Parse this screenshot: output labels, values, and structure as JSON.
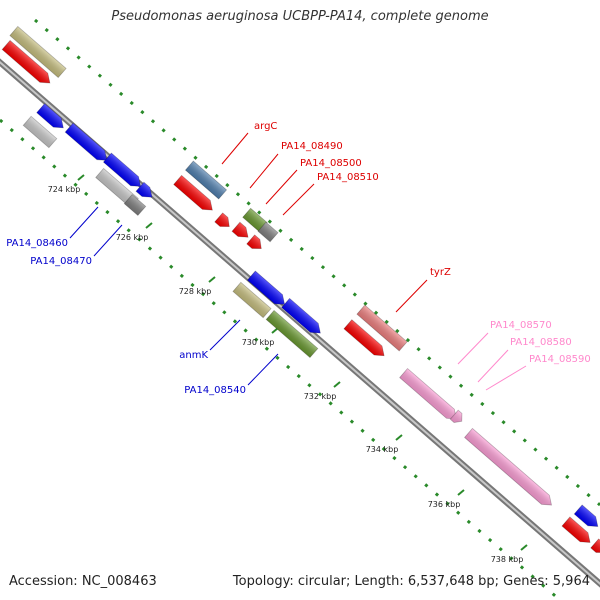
{
  "title": "Pseudomonas aeruginosa UCBPP-PA14, complete genome",
  "footer": {
    "accession": "Accession: NC_008463",
    "summary": "Topology: circular; Length: 6,537,648 bp; Genes: 5,964"
  },
  "ticks": [
    "724 kbp",
    "726 kbp",
    "728 kbp",
    "730 kbp",
    "732 kbp",
    "734 kbp",
    "736 kbp",
    "738 kbp"
  ],
  "labels": [
    {
      "text": "argC",
      "color": "#dd0000"
    },
    {
      "text": "PA14_08490",
      "color": "#dd0000"
    },
    {
      "text": "PA14_08500",
      "color": "#dd0000"
    },
    {
      "text": "PA14_08510",
      "color": "#dd0000"
    },
    {
      "text": "tyrZ",
      "color": "#dd0000"
    },
    {
      "text": "PA14_08570",
      "color": "#ff88cc"
    },
    {
      "text": "PA14_08580",
      "color": "#ff88cc"
    },
    {
      "text": "PA14_08590",
      "color": "#ff88cc"
    },
    {
      "text": "PA14_08460",
      "color": "#0000cc"
    },
    {
      "text": "PA14_08470",
      "color": "#0000cc"
    },
    {
      "text": "anmK",
      "color": "#0000cc"
    },
    {
      "text": "PA14_08540",
      "color": "#0000cc"
    }
  ],
  "colors": {
    "backbone": "#8a8a8a",
    "tick_green": "#2a8a2a",
    "red": "#ff0000",
    "blue": "#0000ff",
    "olive": "#c8c080",
    "grey": "#c8c8c8",
    "darkgrey": "#808080",
    "steelblue": "#5080b0",
    "green": "#6a9a30",
    "salmon": "#f08080",
    "pink": "#ffa0d8"
  }
}
